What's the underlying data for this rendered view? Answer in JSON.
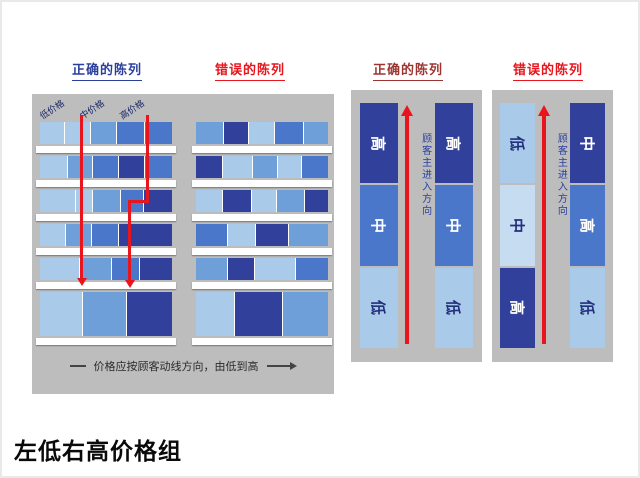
{
  "palette": {
    "panel": "#bdbdbd",
    "light": "#a9cbe9",
    "lighter": "#c6dcf1",
    "mid": "#6f9fd8",
    "med2": "#4a77c9",
    "navy": "#31409b",
    "red": "#e8151c",
    "blue_text": "#2a3f9e"
  },
  "titles": [
    {
      "label": "正确的陈列",
      "color": "#2a3f9e"
    },
    {
      "label": "错误的陈列",
      "color": "#e8151c"
    },
    {
      "label": "正确的陈列",
      "color": "#9c3531"
    },
    {
      "label": "错误的陈列",
      "color": "#e8151c"
    }
  ],
  "shelf_section": {
    "price_labels": [
      "低价格",
      "中价格",
      "高价格"
    ],
    "caption": "价格应按顾客动线方向，由低到高",
    "correct_rows": [
      [
        {
          "c": "light",
          "w": 19
        },
        {
          "c": "light",
          "w": 19
        },
        {
          "c": "mid",
          "w": 20
        },
        {
          "c": "med2",
          "w": 21
        },
        {
          "c": "med2",
          "w": 21
        }
      ],
      [
        {
          "c": "light",
          "w": 21
        },
        {
          "c": "mid",
          "w": 19
        },
        {
          "c": "med2",
          "w": 19
        },
        {
          "c": "navy",
          "w": 20
        },
        {
          "c": "med2",
          "w": 21
        }
      ],
      [
        {
          "c": "light",
          "w": 27
        },
        {
          "c": "light",
          "w": 13
        },
        {
          "c": "mid",
          "w": 21
        },
        {
          "c": "med2",
          "w": 17
        },
        {
          "c": "navy",
          "w": 22
        }
      ],
      [
        {
          "c": "light",
          "w": 19
        },
        {
          "c": "mid",
          "w": 20
        },
        {
          "c": "med2",
          "w": 20
        },
        {
          "c": "navy",
          "w": 41
        }
      ],
      [
        {
          "c": "light",
          "w": 30
        },
        {
          "c": "mid",
          "w": 24
        },
        {
          "c": "med2",
          "w": 21
        },
        {
          "c": "navy",
          "w": 25
        }
      ],
      [
        {
          "c": "light",
          "w": 32
        },
        {
          "c": "mid",
          "w": 33
        },
        {
          "c": "navy",
          "w": 35
        }
      ]
    ],
    "wrong_rows": [
      [
        {
          "c": "mid",
          "w": 21
        },
        {
          "c": "navy",
          "w": 19
        },
        {
          "c": "light",
          "w": 19
        },
        {
          "c": "med2",
          "w": 22
        },
        {
          "c": "mid",
          "w": 19
        }
      ],
      [
        {
          "c": "navy",
          "w": 20
        },
        {
          "c": "light",
          "w": 23
        },
        {
          "c": "mid",
          "w": 19
        },
        {
          "c": "light",
          "w": 18
        },
        {
          "c": "med2",
          "w": 20
        }
      ],
      [
        {
          "c": "light",
          "w": 20
        },
        {
          "c": "navy",
          "w": 22
        },
        {
          "c": "light",
          "w": 19
        },
        {
          "c": "mid",
          "w": 21
        },
        {
          "c": "navy",
          "w": 18
        }
      ],
      [
        {
          "c": "med2",
          "w": 24
        },
        {
          "c": "light",
          "w": 21
        },
        {
          "c": "navy",
          "w": 25
        },
        {
          "c": "mid",
          "w": 30
        }
      ],
      [
        {
          "c": "mid",
          "w": 24
        },
        {
          "c": "navy",
          "w": 20
        },
        {
          "c": "light",
          "w": 31
        },
        {
          "c": "med2",
          "w": 25
        }
      ],
      [
        {
          "c": "light",
          "w": 29
        },
        {
          "c": "navy",
          "w": 36
        },
        {
          "c": "mid",
          "w": 35
        }
      ]
    ]
  },
  "column_section": {
    "arrow_label": "顾客主进入方向",
    "correct_columns": [
      [
        {
          "t": "高",
          "bg": "navy",
          "fg": "#ffffff"
        },
        {
          "t": "中",
          "bg": "med2",
          "fg": "#ffffff"
        },
        {
          "t": "低",
          "bg": "light",
          "fg": "#22307d"
        }
      ],
      [
        {
          "t": "高",
          "bg": "navy",
          "fg": "#ffffff"
        },
        {
          "t": "中",
          "bg": "med2",
          "fg": "#ffffff"
        },
        {
          "t": "低",
          "bg": "light",
          "fg": "#22307d"
        }
      ]
    ],
    "wrong_columns": [
      [
        {
          "t": "低",
          "bg": "light",
          "fg": "#22307d"
        },
        {
          "t": "中",
          "bg": "lighter",
          "fg": "#22307d"
        },
        {
          "t": "高",
          "bg": "navy",
          "fg": "#ffffff"
        }
      ],
      [
        {
          "t": "中",
          "bg": "navy",
          "fg": "#ffffff"
        },
        {
          "t": "高",
          "bg": "med2",
          "fg": "#ffffff"
        },
        {
          "t": "低",
          "bg": "light",
          "fg": "#22307d"
        }
      ]
    ]
  },
  "footer": "左低右高价格组"
}
